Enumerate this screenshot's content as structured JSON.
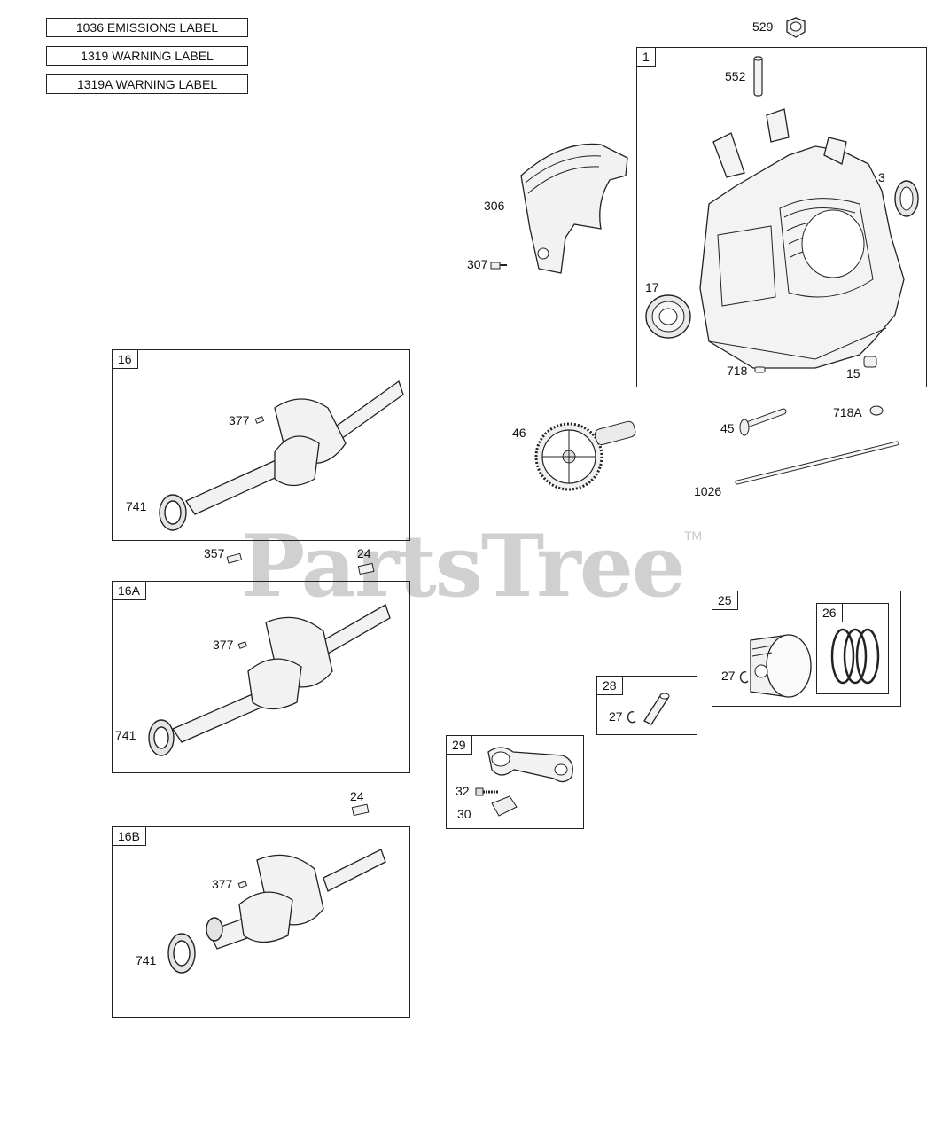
{
  "labels": [
    "1036 EMISSIONS LABEL",
    "1319 WARNING LABEL",
    "1319A WARNING LABEL"
  ],
  "watermark": {
    "text": "PartsTree",
    "tm": "TM"
  },
  "groups": {
    "g1": "1",
    "g16": "16",
    "g16a": "16A",
    "g16b": "16B",
    "g25": "25",
    "g26": "26",
    "g28": "28",
    "g29": "29"
  },
  "callouts": {
    "p529": "529",
    "p552": "552",
    "p3": "3",
    "p17": "17",
    "p718": "718",
    "p15": "15",
    "p306": "306",
    "p307": "307",
    "p46": "46",
    "p45": "45",
    "p718a": "718A",
    "p1026": "1026",
    "p377_16": "377",
    "p741_16": "741",
    "p357": "357",
    "p24_a": "24",
    "p377_16a": "377",
    "p741_16a": "741",
    "p24_b": "24",
    "p377_16b": "377",
    "p741_16b": "741",
    "p27_25": "27",
    "p27_28": "27",
    "p32": "32",
    "p30": "30"
  }
}
